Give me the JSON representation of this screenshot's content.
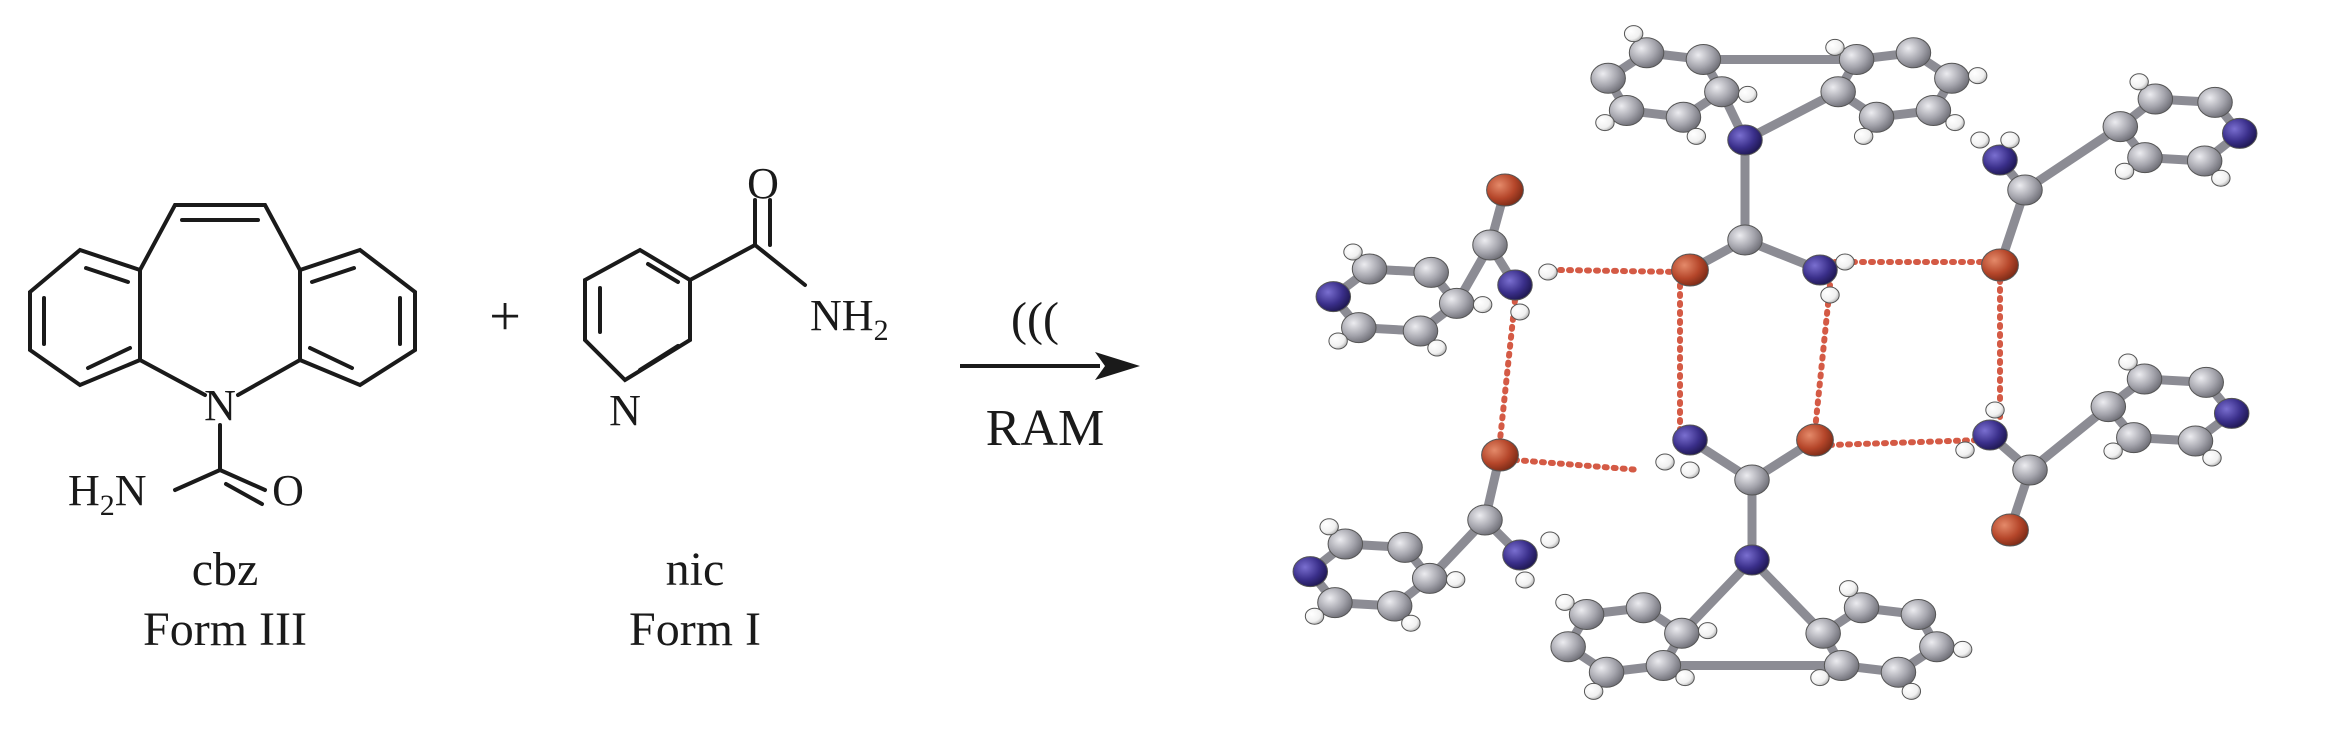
{
  "reactant_1": {
    "atoms": {
      "n": "N",
      "h2n": "H",
      "h2n_sub": "2",
      "h2n_n": "N",
      "o": "O"
    },
    "name": "cbz",
    "form": "Form III"
  },
  "plus": "+",
  "reactant_2": {
    "atoms": {
      "o": "O",
      "nh2": "NH",
      "nh2_sub": "2",
      "n": "N"
    },
    "name": "nic",
    "form": "Form I"
  },
  "arrow": {
    "top_symbol": "(((",
    "bottom_label": "RAM"
  },
  "colors": {
    "ink": "#1a1a1a",
    "carbon": "#a4a4ac",
    "nitrogen": "#3a2f8a",
    "oxygen": "#b5462a",
    "hydrogen": "#f4f4f4",
    "hbond": "#d45a45"
  },
  "product": {
    "description_icon": "crystal-structure-ball-and-stick"
  }
}
